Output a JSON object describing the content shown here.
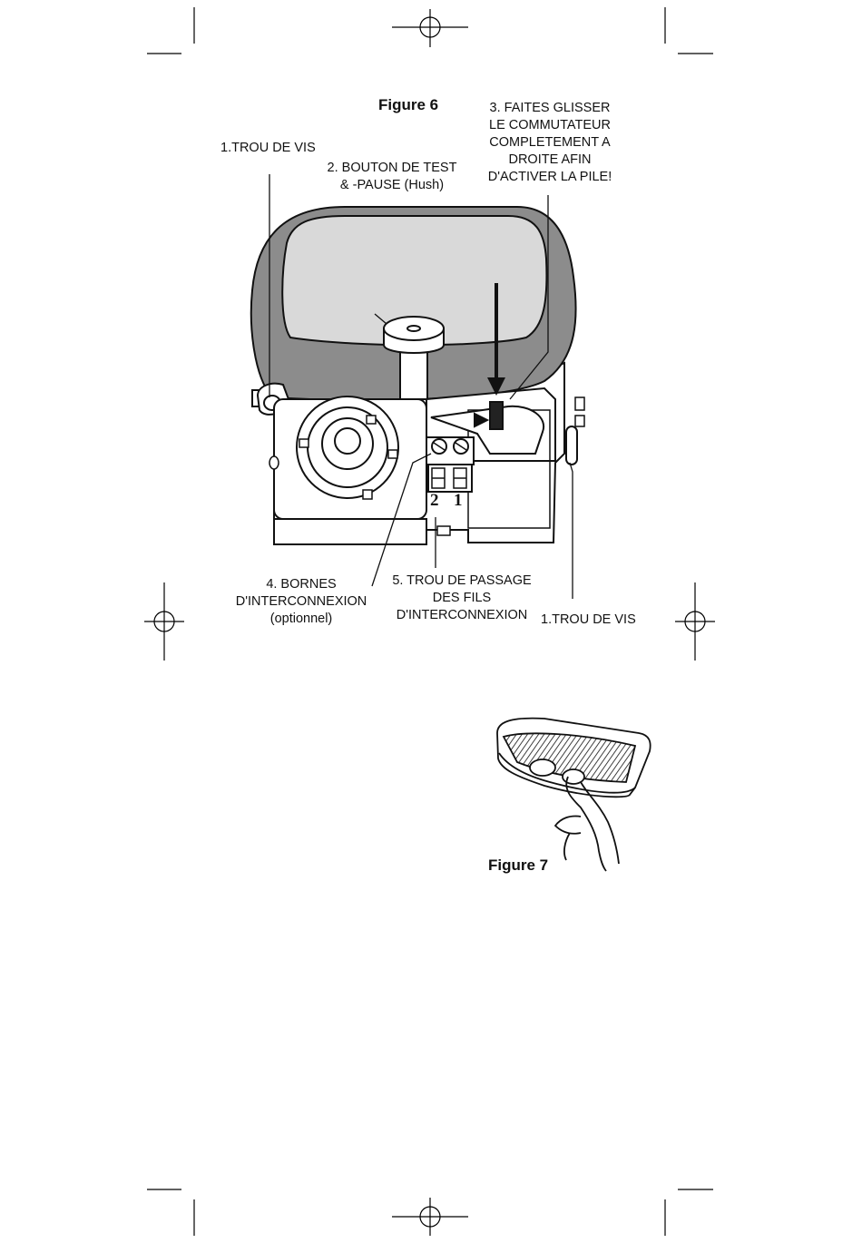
{
  "figure6": {
    "title": "Figure 6",
    "labels": {
      "screw_hole_left": "1.TROU DE VIS",
      "test_button_line1": "2. BOUTON DE TEST",
      "test_button_line2": "& -PAUSE (Hush)",
      "switch_line1": "3. FAITES GLISSER",
      "switch_line2": "LE COMMUTATEUR",
      "switch_line3": "COMPLETEMENT A",
      "switch_line4": "DROITE AFIN",
      "switch_line5": "D'ACTIVER LA PILE!",
      "terminals_line1": "4. BORNES",
      "terminals_line2": "D'INTERCONNEXION",
      "terminals_line3": "(optionnel)",
      "wire_hole_line1": "5. TROU DE PASSAGE",
      "wire_hole_line2": "DES FILS",
      "wire_hole_line3": "D'INTERCONNEXION",
      "screw_hole_right": "1.TROU DE VIS"
    },
    "terminal_numbers": [
      "2",
      "1"
    ]
  },
  "figure7": {
    "title": "Figure 7"
  }
}
